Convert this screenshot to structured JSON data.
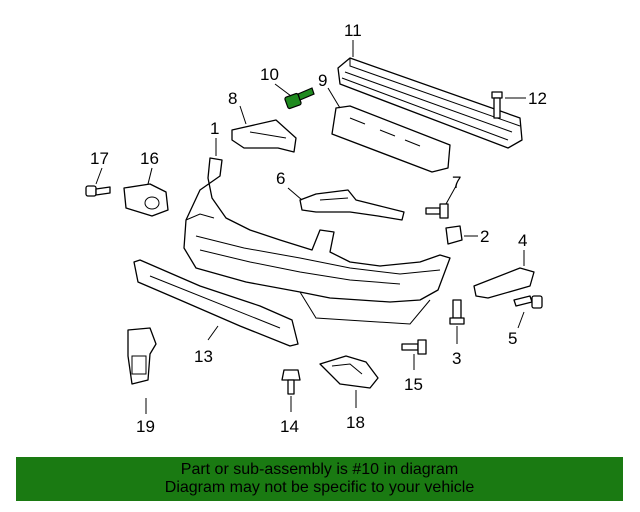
{
  "colors": {
    "banner_bg": "#1a7a12",
    "banner_text": "#000000",
    "highlight": "#1f8a1f",
    "line": "#000000",
    "background": "#ffffff"
  },
  "callouts": {
    "c1": "1",
    "c2": "2",
    "c3": "3",
    "c4": "4",
    "c5": "5",
    "c6": "6",
    "c7": "7",
    "c8": "8",
    "c9": "9",
    "c10": "10",
    "c11": "11",
    "c12": "12",
    "c13": "13",
    "c14": "14",
    "c15": "15",
    "c16": "16",
    "c17": "17",
    "c18": "18",
    "c19": "19"
  },
  "highlighted_part": "10",
  "banner": {
    "line1": "Part or sub-assembly is #10 in diagram",
    "line2": "Diagram may not be specific to your vehicle"
  }
}
